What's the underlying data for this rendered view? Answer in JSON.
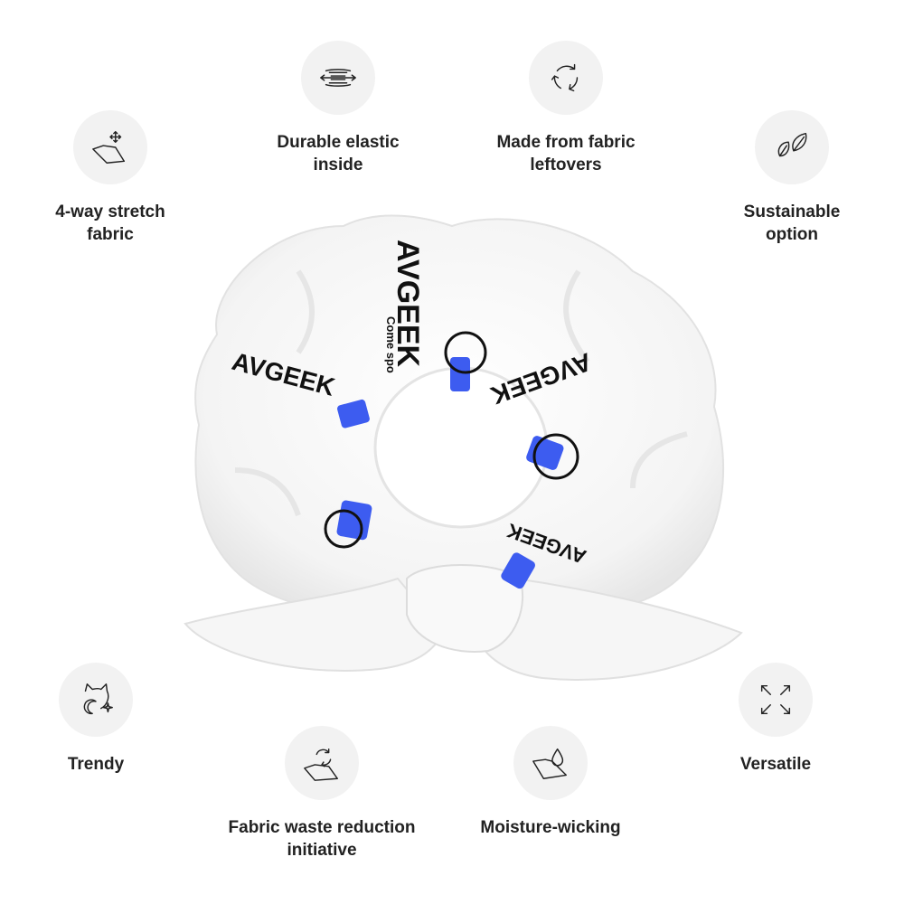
{
  "features": [
    {
      "id": "stretch",
      "label": "4-way stretch\nfabric",
      "icon": "stretch-fabric-icon"
    },
    {
      "id": "elastic",
      "label": "Durable elastic\ninside",
      "icon": "elastic-icon"
    },
    {
      "id": "leftovers",
      "label": "Made from fabric\nleftovers",
      "icon": "recycle-icon"
    },
    {
      "id": "sustainable",
      "label": "Sustainable\noption",
      "icon": "leaf-icon"
    },
    {
      "id": "trendy",
      "label": "Trendy",
      "icon": "cat-sparkle-icon"
    },
    {
      "id": "waste",
      "label": "Fabric waste reduction\ninitiative",
      "icon": "fabric-recycle-icon"
    },
    {
      "id": "moisture",
      "label": "Moisture-wicking",
      "icon": "droplet-fabric-icon"
    },
    {
      "id": "versatile",
      "label": "Versatile",
      "icon": "expand-arrows-icon"
    }
  ],
  "product": {
    "brand_print": "AVGEEK",
    "tagline_print": "Come spo",
    "colors": {
      "fabric": "#f7f7f7",
      "print_text": "#111111",
      "print_accent": "#3d5cf0",
      "icon_bg": "#f2f2f2"
    }
  }
}
